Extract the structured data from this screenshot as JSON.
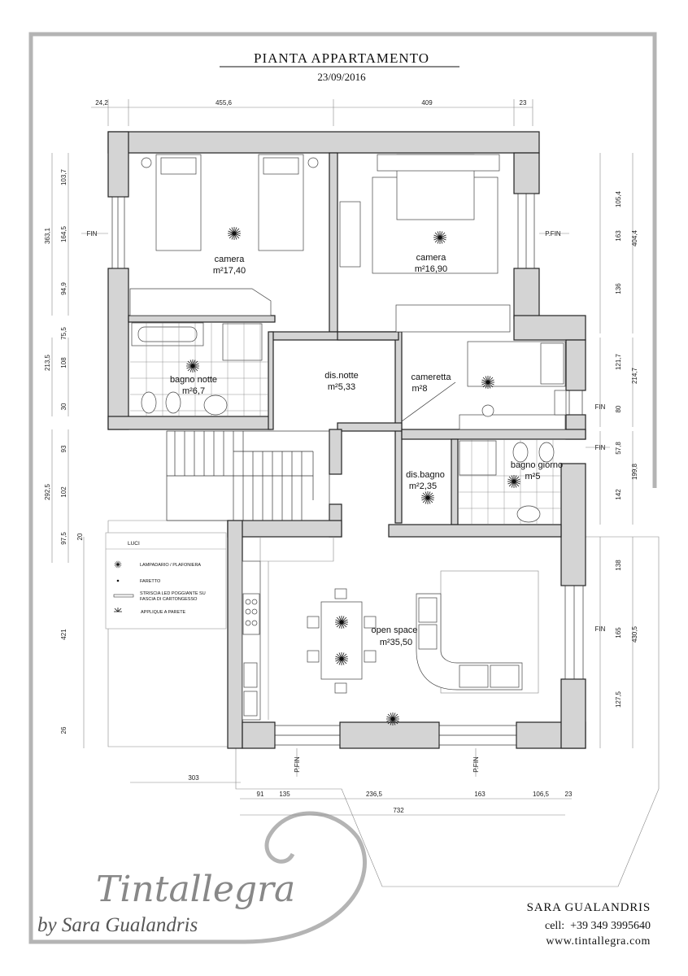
{
  "header": {
    "title": "PIANTA APPARTAMENTO",
    "date": "23/09/2016"
  },
  "rooms": [
    {
      "name": "camera",
      "area": "m²17,40"
    },
    {
      "name": "camera",
      "area": "m²16,90"
    },
    {
      "name": "bagno notte",
      "area": "m²6,7"
    },
    {
      "name": "dis.notte",
      "area": "m²5,33"
    },
    {
      "name": "cameretta",
      "area": "m²8"
    },
    {
      "name": "dis.bagno",
      "area": "m²2,35"
    },
    {
      "name": "bagno giorno",
      "area": "m²5"
    },
    {
      "name": "open space",
      "area": "m²35,50"
    }
  ],
  "dimensions": {
    "top": [
      "24,2",
      "455,6",
      "409",
      "23"
    ],
    "left_inner": [
      "103,7",
      "164,5",
      "94,9",
      "75,5",
      "108",
      "30",
      "93",
      "102",
      "97,5",
      "421",
      "26"
    ],
    "left_outer": [
      "363,1",
      "213,5",
      "292,5",
      "20"
    ],
    "right_inner": [
      "105,4",
      "163",
      "136",
      "121,7",
      "80",
      "57,8",
      "142",
      "138",
      "165",
      "127,5"
    ],
    "right_outer": [
      "404,4",
      "214,7",
      "199,8",
      "430,5"
    ],
    "bottom": [
      "303",
      "91",
      "135",
      "236,5",
      "163",
      "106,5",
      "23",
      "732"
    ]
  },
  "openings": {
    "left_fin": "FIN",
    "right_pfin": "P.FIN",
    "right_fin_1": "FIN",
    "right_fin_2": "FIN",
    "right_fin_3": "FIN",
    "bottom_pfin_1": "P.FIN",
    "bottom_pfin_2": "P.FIN"
  },
  "legend": {
    "title": "LUCI",
    "items": [
      {
        "icon": "chandelier-icon",
        "label": "LAMPADARIO / PLAFONIERA"
      },
      {
        "icon": "spotlight-icon",
        "label": "FARETTO"
      },
      {
        "icon": "led-strip-icon",
        "label": "STRISCIA LED POGGIANTE SU",
        "label2": "FASCIA DI CARTONGESSO"
      },
      {
        "icon": "wall-light-icon",
        "label": "APPLIQUE A PARETE"
      }
    ]
  },
  "branding": {
    "logo_text": "Tintallegra",
    "byline": "by Sara Gualandris",
    "name": "SARA GUALANDRIS",
    "cell": "cell:  +39 349 3995640",
    "web": "www.tintallegra.com"
  }
}
